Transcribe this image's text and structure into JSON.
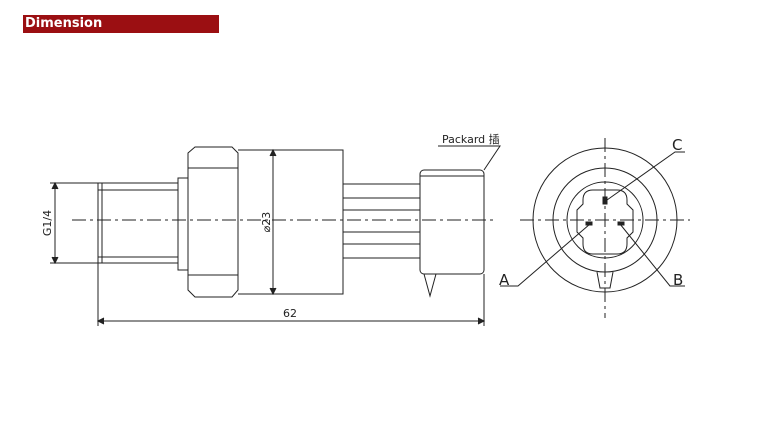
{
  "header": {
    "title": "Dimension"
  },
  "drawing": {
    "thread_label": "G1/4",
    "diameter_label": "⌀23",
    "length_label": "62",
    "connector_label": "Packard 插",
    "pin_a": "A",
    "pin_b": "B",
    "pin_c": "C"
  }
}
